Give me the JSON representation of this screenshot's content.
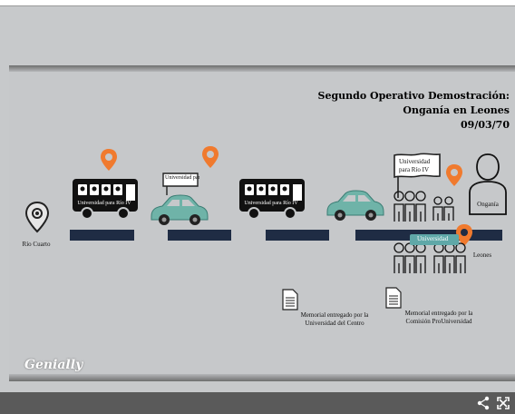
{
  "header": {
    "title_line1": "Segundo Operativo Demostración:",
    "title_line2": "Onganía en Leones",
    "date": "09/03/70"
  },
  "places": {
    "origin": "Río Cuarto",
    "destination": "Leones"
  },
  "bus_label": "Universidad para Río IV",
  "sign_text": "Universidad para Río IV",
  "badge_text": "Universidad",
  "person_label": "Onganía",
  "memorials": [
    "Memorial entregado por la Universidad del Centro",
    "Memorial entregado por la Comisión ProUniversidad"
  ],
  "brand": "Genially",
  "colors": {
    "background": "#c6c8ca",
    "road": "#1f2c44",
    "pin": "#f07a2e",
    "car": "#6fb3a8",
    "bus": "#111111"
  },
  "icons": [
    "location-pin-icon",
    "bus-icon",
    "car-icon",
    "sign-icon",
    "people-icon",
    "person-icon",
    "document-icon",
    "share-icon",
    "fullscreen-icon"
  ]
}
